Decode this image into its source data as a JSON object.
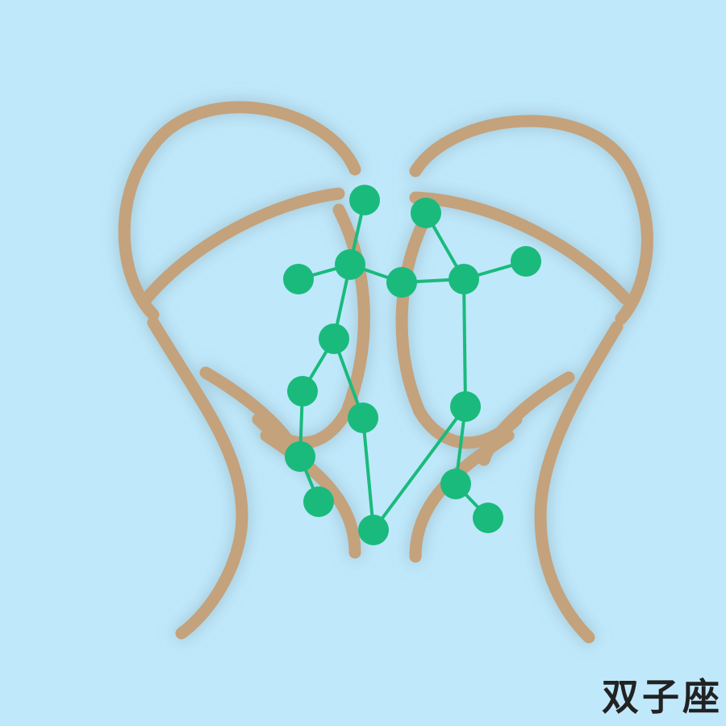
{
  "caption": "双子座",
  "colors": {
    "background": "#bfe8fb",
    "outline": "#c4a27b",
    "constellation": "#1aba7c",
    "caption": "#222222"
  },
  "icons": {
    "figure": "twin-figures-outline",
    "stars": "constellation-star-dots"
  }
}
